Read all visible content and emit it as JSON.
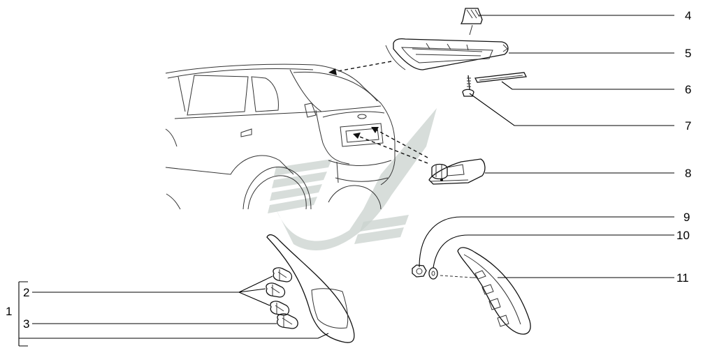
{
  "callouts": {
    "n1": "1",
    "n2": "2",
    "n3": "3",
    "n4": "4",
    "n5": "5",
    "n6": "6",
    "n7": "7",
    "n8": "8",
    "n9": "9",
    "n10": "10",
    "n11": "11"
  },
  "colors": {
    "line": "#111111",
    "watermark": "#c9d2ce",
    "background": "#ffffff"
  }
}
